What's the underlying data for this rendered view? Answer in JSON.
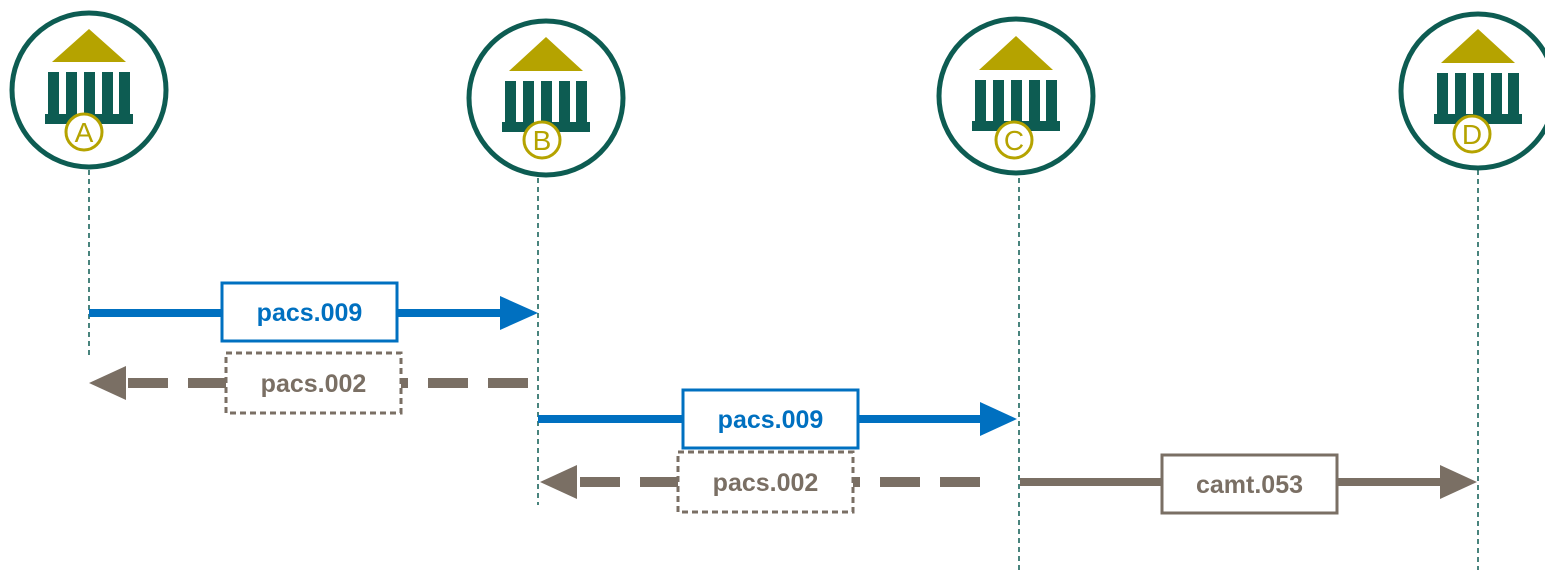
{
  "colors": {
    "bank_ring": "#0d5c52",
    "bank_building": "#0d5c52",
    "bank_roof": "#b5a300",
    "letter": "#b5a300",
    "lifeline": "#0d5c52",
    "payment_arrow": "#0070c0",
    "status_arrow": "#7a6f64",
    "statement_arrow": "#7a6f64"
  },
  "banks": [
    {
      "letter": "A",
      "icon": "bank-icon"
    },
    {
      "letter": "B",
      "icon": "bank-icon"
    },
    {
      "letter": "C",
      "icon": "bank-icon"
    },
    {
      "letter": "D",
      "icon": "bank-icon"
    }
  ],
  "messages": [
    {
      "label": "pacs.009",
      "from": "A",
      "to": "B",
      "style": "solid",
      "kind": "payment"
    },
    {
      "label": "pacs.002",
      "from": "B",
      "to": "A",
      "style": "dashed",
      "kind": "status"
    },
    {
      "label": "pacs.009",
      "from": "B",
      "to": "C",
      "style": "solid",
      "kind": "payment"
    },
    {
      "label": "pacs.002",
      "from": "C",
      "to": "B",
      "style": "dashed",
      "kind": "status"
    },
    {
      "label": "camt.053",
      "from": "C",
      "to": "D",
      "style": "solid",
      "kind": "statement"
    }
  ]
}
